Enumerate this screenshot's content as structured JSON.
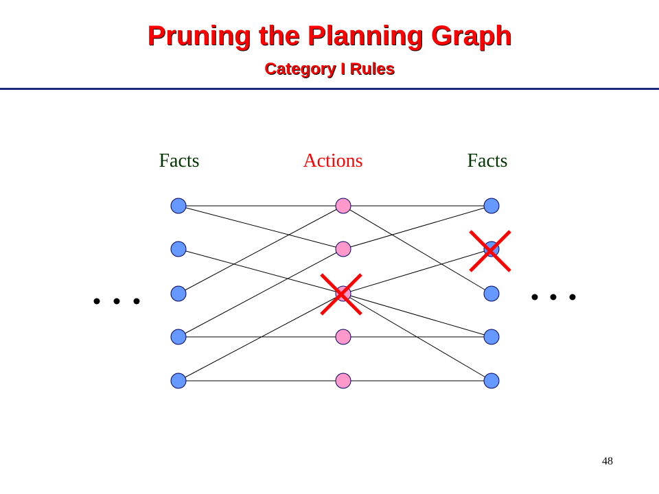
{
  "slide": {
    "title": "Pruning the Planning Graph",
    "subtitle": "Category I Rules",
    "page_number": "48"
  },
  "columns": [
    {
      "label": "Facts",
      "color": "#003300"
    },
    {
      "label": "Actions",
      "color": "#ff0000"
    },
    {
      "label": "Facts",
      "color": "#003300"
    }
  ],
  "colors": {
    "title": "#ff0000",
    "rule": "#1a2a7a",
    "fact_node": "#6699ff",
    "action_node": "#ff99cc",
    "node_stroke": "#000066",
    "edge": "#000000",
    "cross": "#ff0000"
  },
  "graph": {
    "nodes_per_column": 5,
    "left_edges": [
      [
        0,
        0
      ],
      [
        0,
        1
      ],
      [
        1,
        2
      ],
      [
        2,
        0
      ],
      [
        3,
        1
      ],
      [
        3,
        3
      ],
      [
        4,
        2
      ],
      [
        4,
        4
      ]
    ],
    "right_edges": [
      [
        0,
        0
      ],
      [
        0,
        2
      ],
      [
        1,
        0
      ],
      [
        2,
        1
      ],
      [
        2,
        3
      ],
      [
        2,
        4
      ],
      [
        3,
        3
      ],
      [
        4,
        4
      ]
    ],
    "pruned": [
      {
        "column": "actions",
        "index": 2
      },
      {
        "column": "facts_right",
        "index": 1
      }
    ],
    "ellipsis_left": true,
    "ellipsis_right": true
  }
}
